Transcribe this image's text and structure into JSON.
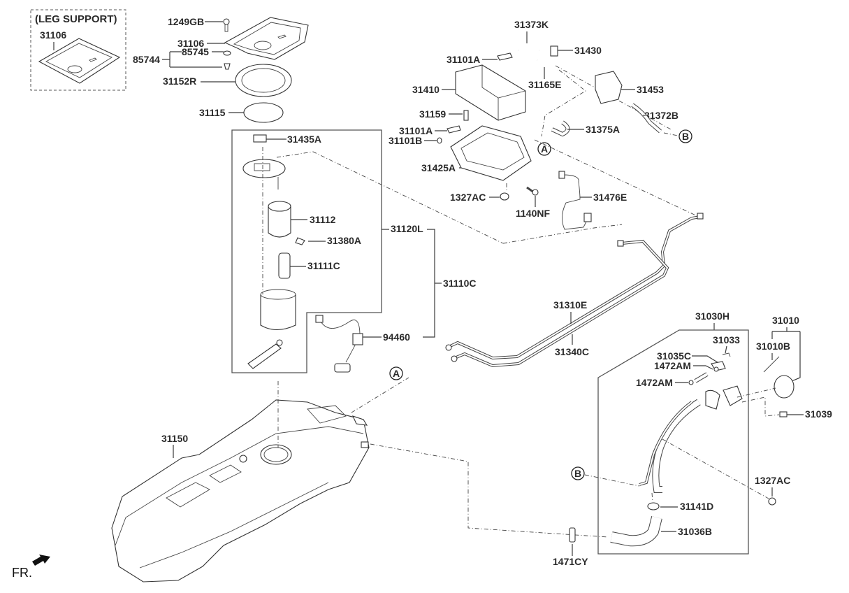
{
  "diagram": {
    "title_box": "(LEG SUPPORT)",
    "front_indicator": "FR.",
    "reference_markers": {
      "a": "A",
      "b": "B"
    },
    "labels": {
      "leg_support_part": "31106",
      "screw": "1249GB",
      "cover": "31106",
      "grommet_assy": "85744",
      "grommet": "85745",
      "lock_ring": "31152R",
      "gasket": "31115",
      "connector": "31435A",
      "pump_module": "31112",
      "pressure_regulator": "31380A",
      "fuel_pump": "31111C",
      "pump_complete": "31120L",
      "pump_assy": "31110C",
      "sender": "94460",
      "tank": "31150",
      "strap_a": "31101A",
      "strap_a2": "31101A",
      "strap_b": "31101B",
      "canister": "31410",
      "bolt": "31159",
      "bracket": "31425A",
      "nut": "1327AC",
      "flange_bolt": "1140NF",
      "harness": "31476E",
      "hose_k": "31373K",
      "valve": "31430",
      "hose_e": "31165E",
      "filter": "31453",
      "hose_b": "31372B",
      "hose_a": "31375A",
      "tube_e": "31310E",
      "tube_c": "31340C",
      "filler_assy": "31030H",
      "clip": "31033",
      "hose_c": "31035C",
      "clamp_1": "1472AM",
      "clamp_2": "1472AM",
      "cap": "31010",
      "cap_cord": "31010B",
      "screw_filler": "31039",
      "nut_filler": "1327AC",
      "hose_clamp": "31141D",
      "filler_hose": "31036B",
      "clip_tube": "1471CY"
    }
  }
}
